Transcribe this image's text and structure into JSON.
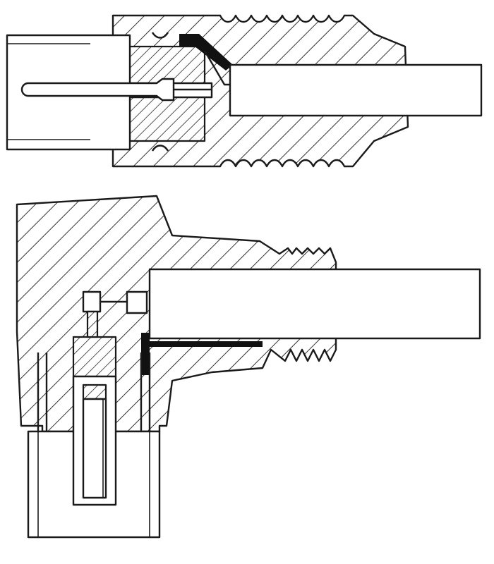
{
  "figure": {
    "type": "mechanical cross-section line drawing",
    "views": [
      {
        "id": "straight-connector",
        "orientation": "straight"
      },
      {
        "id": "right-angle-connector",
        "orientation": "right-angle"
      }
    ],
    "line_color": "#1a1a1a",
    "hatch_color": "#1a1a1a",
    "seal_color": "#111111",
    "background_color": "#ffffff",
    "hatch_style": "diagonal 45 degrees"
  }
}
